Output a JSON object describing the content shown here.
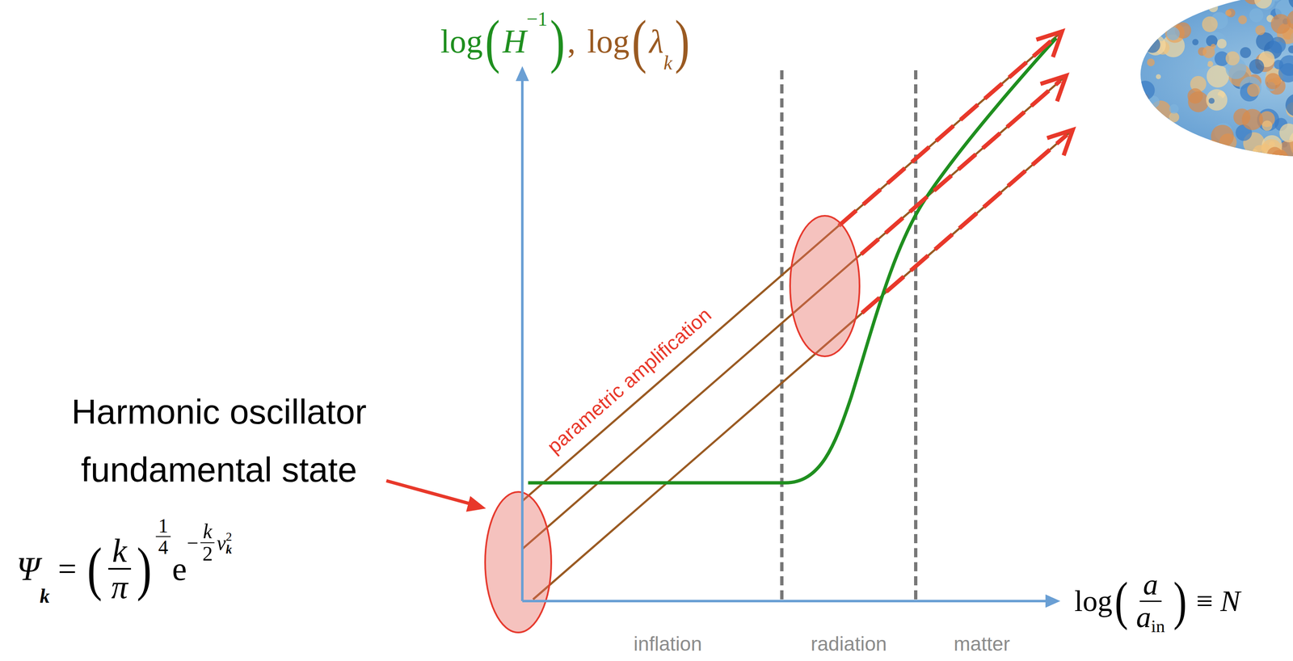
{
  "diagram": {
    "labels": [
      "log",
      "(",
      "H",
      "−1",
      ")",
      ",",
      "log",
      "(",
      "λ",
      "k",
      ")",
      "parametric amplification",
      "Harmonic oscillator fundamental state",
      "Ψ",
      "k",
      "=",
      "(",
      "k",
      "π",
      ")",
      "1",
      "4",
      "e",
      "−",
      "k",
      "2",
      "v",
      "k",
      "2",
      "log",
      "(",
      "a",
      "a",
      "in",
      ")",
      "≡",
      "N",
      "inflation",
      "radiation",
      "matter"
    ]
  }
}
